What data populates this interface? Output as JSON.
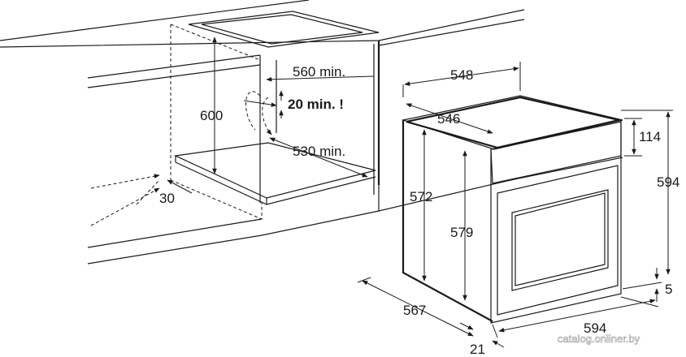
{
  "cabinet_dimensions": {
    "height": "600",
    "depth_top": "560 min.",
    "ventilation_gap": "20 min. !",
    "depth_bottom": "530 min.",
    "front_recess": "30"
  },
  "oven_dimensions": {
    "depth_total": "548",
    "depth_body": "546",
    "control_panel_height": "114",
    "total_height": "594",
    "body_height_left": "572",
    "body_height_inner": "579",
    "bottom_gap": "5",
    "depth_side": "567",
    "width": "594",
    "door_thickness": "21"
  },
  "watermark": "catalog.onliner.by"
}
